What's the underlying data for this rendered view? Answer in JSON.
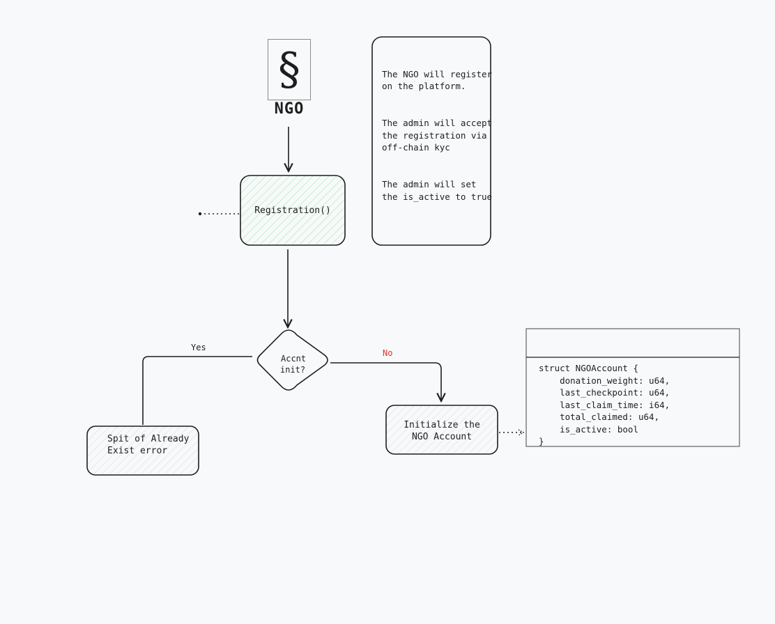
{
  "actor": {
    "label": "NGO",
    "icon": "section-sign-icon",
    "glyph": "§"
  },
  "registration": {
    "label": "Registration()"
  },
  "note": {
    "paragraphs": [
      "The NGO will register on the platform.",
      "The admin will accept the registration via off-chain kyc",
      "The admin will set the is_active to true"
    ]
  },
  "decision": {
    "label_line1": "Accnt",
    "label_line2": "init?"
  },
  "branch_yes": {
    "label": "Yes"
  },
  "branch_no": {
    "label": "No"
  },
  "error_box": {
    "label_line1": "Spit of Already",
    "label_line2": "Exist error"
  },
  "init_box": {
    "label_line1": "Initialize the",
    "label_line2": "NGO Account"
  },
  "struct": {
    "header": "",
    "lines": [
      "struct NGOAccount {",
      "    donation_weight: u64,",
      "    last_checkpoint: u64,",
      "    last_claim_time: i64,",
      "    total_claimed: u64,",
      "    is_active: bool",
      "}"
    ]
  },
  "colors": {
    "background": "#f8f9fa",
    "stroke": "#1e1e1e",
    "registration_fill": "#b2f2bb",
    "gray_hatch": "#ced4da",
    "no_label": "#e03131"
  }
}
